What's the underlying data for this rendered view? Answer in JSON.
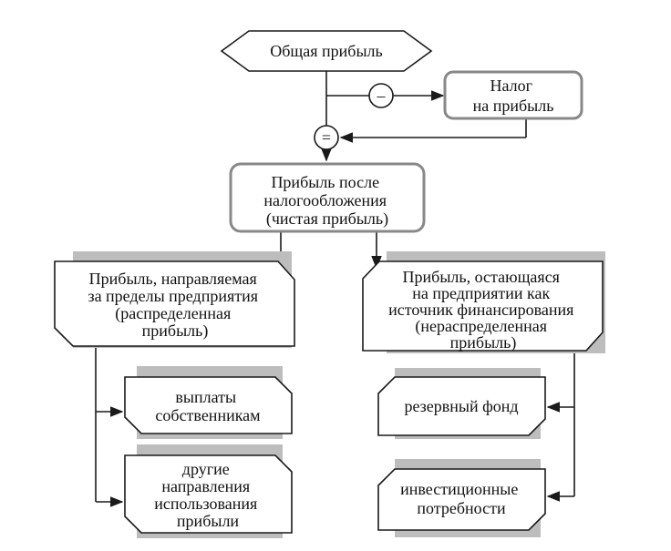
{
  "nodes": {
    "total_profit": {
      "lines": [
        "Общая прибыль"
      ]
    },
    "tax": {
      "lines": [
        "Налог",
        "на прибыль"
      ]
    },
    "net_profit": {
      "lines": [
        "Прибыль после",
        "налогообложения",
        "(чистая прибыль)"
      ]
    },
    "distributed": {
      "lines": [
        "Прибыль, направляемая",
        "за пределы предприятия",
        "(распределенная",
        "прибыль)"
      ]
    },
    "retained": {
      "lines": [
        "Прибыль, остающаяся",
        "на предприятии как",
        "источник финансирования",
        "(нераспределенная",
        "прибыль)"
      ]
    },
    "owner_payments": {
      "lines": [
        "выплаты",
        "собственникам"
      ]
    },
    "other_uses": {
      "lines": [
        "другие",
        "направления",
        "использования",
        "прибыли"
      ]
    },
    "reserve_fund": {
      "lines": [
        "резервный фонд"
      ]
    },
    "investment_needs": {
      "lines": [
        "инвестиционные",
        "потребности"
      ]
    }
  },
  "operators": {
    "minus": "–",
    "equals": "="
  }
}
